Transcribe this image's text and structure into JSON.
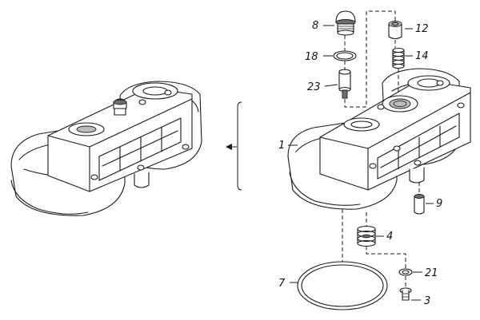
{
  "figure": {
    "callouts": {
      "c1": "1",
      "c3": "3",
      "c4": "4",
      "c7": "7",
      "c8": "8",
      "c9": "9",
      "c12": "12",
      "c14": "14",
      "c18": "18",
      "c21": "21",
      "c23": "23"
    }
  }
}
